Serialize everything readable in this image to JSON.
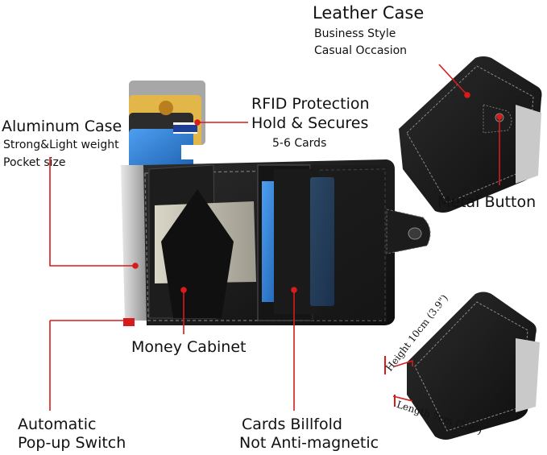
{
  "leather_case": {
    "title": "Leather Case",
    "line1": "Business Style",
    "line2": "Casual Occasion"
  },
  "aluminum_case": {
    "title": "Aluminum Case",
    "line1": "Strong&Light weight",
    "line2": "Pocket size"
  },
  "rfid": {
    "line1": "RFID Protection",
    "line2": "Hold & Secures",
    "line3": "5-6 Cards"
  },
  "metal_button": "Metal Button",
  "money_cabinet": "Money Cabinet",
  "popup_switch": {
    "line1": "Automatic",
    "line2": "Pop-up Switch"
  },
  "cards_billfold": {
    "line1": "Cards  Billfold",
    "line2": "Not Anti-magnetic"
  },
  "dimensions": {
    "height": "Height  10cm (3.9\")",
    "length": "Length 7cm (2.8\")"
  },
  "colors": {
    "leather": "#1b1b1b",
    "aluminum": "#c9c9c9",
    "pointer": "#d81b1b",
    "card_blue": "#2a72c8"
  }
}
